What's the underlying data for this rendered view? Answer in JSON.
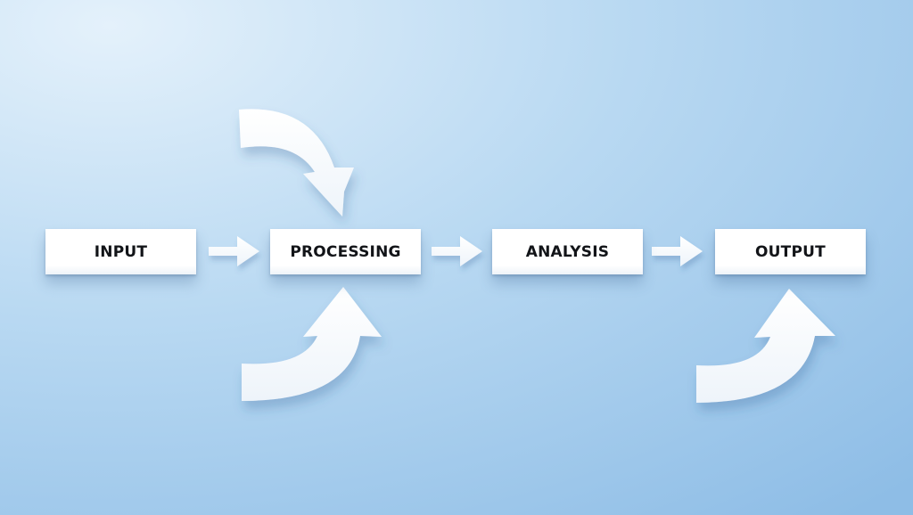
{
  "diagram": {
    "stages": [
      {
        "label": "INPUT"
      },
      {
        "label": "PROCESSING"
      },
      {
        "label": "ANALYSIS"
      },
      {
        "label": "OUTPUT"
      }
    ],
    "colors": {
      "background_light": "#cfe5f6",
      "background_dark": "#93bfe6",
      "box_fill": "#ffffff",
      "arrow_fill": "#ffffff",
      "text": "#121418"
    }
  }
}
